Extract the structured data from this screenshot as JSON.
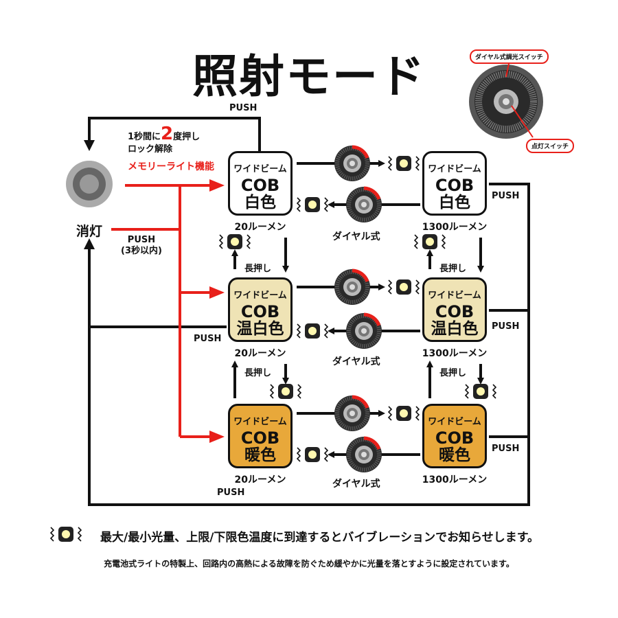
{
  "title": "照射モード",
  "switch_labels": {
    "dial": "ダイヤル式調光スイッチ",
    "button": "点灯スイッチ"
  },
  "off": {
    "label": "消灯",
    "push_hold": "PUSH\n(3秒以内)",
    "unlock_line1": "1秒間に",
    "unlock_num": "2",
    "unlock_line1b": "度押し",
    "unlock_line2": "ロック解除",
    "memory": "メモリーライト機能"
  },
  "modes": {
    "white_low": {
      "beam": "ワイドビーム",
      "cob": "COB",
      "color": "白色",
      "lumen": "20ルーメン"
    },
    "white_high": {
      "beam": "ワイドビーム",
      "cob": "COB",
      "color": "白色",
      "lumen": "1300ルーメン"
    },
    "ww_low": {
      "beam": "ワイドビーム",
      "cob": "COB",
      "color": "温白色",
      "lumen": "20ルーメン"
    },
    "ww_high": {
      "beam": "ワイドビーム",
      "cob": "COB",
      "color": "温白色",
      "lumen": "1300ルーメン"
    },
    "warm_low": {
      "beam": "ワイドビーム",
      "cob": "COB",
      "color": "暖色",
      "lumen": "20ルーメン"
    },
    "warm_high": {
      "beam": "ワイドビーム",
      "cob": "COB",
      "color": "暖色",
      "lumen": "1300ルーメン"
    }
  },
  "labels": {
    "push": "PUSH",
    "long_press": "長押し",
    "dial_type": "ダイヤル式"
  },
  "notes": {
    "vibration": "最大/最小光量、上限/下限色温度に到達するとバイブレーションでお知らせします。",
    "thermal": "充電池式ライトの特製上、回路内の高熱による故障を防ぐため緩やかに光量を落とすように設定されています。"
  },
  "colors": {
    "red": "#e8201a",
    "black": "#111111",
    "white_mode": "#ffffff",
    "warmwhite_mode": "#efe3b5",
    "warm_mode": "#e8a83a"
  }
}
